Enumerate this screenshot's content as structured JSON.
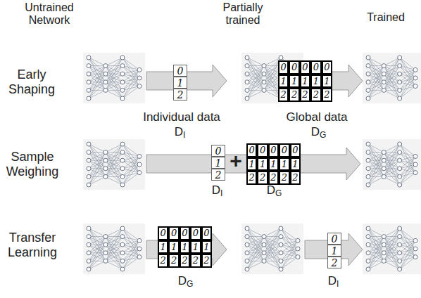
{
  "diagram": {
    "labels": [
      "Untrained Network",
      "Partially trained",
      "Trained",
      "Early Shaping",
      "0",
      "1",
      "2",
      "Individual data",
      "D",
      "I",
      "0",
      "0",
      "0",
      "0",
      "0",
      "1",
      "1",
      "1",
      "1",
      "1",
      "2",
      "2",
      "2",
      "2",
      "2",
      "Global data",
      "D",
      "G",
      "Sample Weighing",
      "0",
      "1",
      "2",
      "D",
      "I",
      "+",
      "0",
      "0",
      "0",
      "0",
      "0",
      "1",
      "1",
      "1",
      "1",
      "1",
      "2",
      "2",
      "2",
      "2",
      "2",
      "D",
      "G",
      "Transfer Learning",
      "0",
      "0",
      "0",
      "0",
      "0",
      "1",
      "1",
      "1",
      "1",
      "1",
      "2",
      "2",
      "2",
      "2",
      "2",
      "D",
      "G",
      "0",
      "1",
      "2",
      "D",
      "I"
    ]
  }
}
